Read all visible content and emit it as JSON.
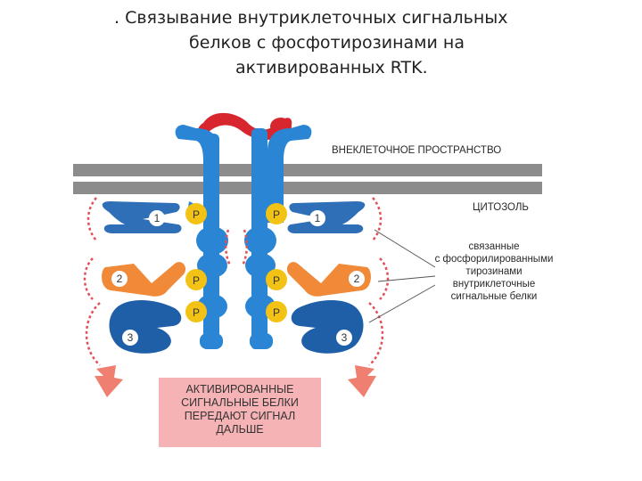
{
  "title": {
    "line1": ". Связывание внутриклеточных сигнальных",
    "line2": "белков  с фосфотирозинами на",
    "line3": "активированных RTK."
  },
  "labels": {
    "extracellular": "ВНЕКЛЕТОЧНОЕ ПРОСТРАНСТВО",
    "cytosol": "ЦИТОЗОЛЬ",
    "bound_line1": "связанные",
    "bound_line2": "с фосфорилированными",
    "bound_line3": "тирозинами",
    "bound_line4": "внутриклеточные",
    "bound_line5": "сигнальные белки"
  },
  "phospho": "P",
  "proteins": {
    "n1": "1",
    "n2": "2",
    "n3": "3"
  },
  "result_box": {
    "line1": "АКТИВИРОВАННЫЕ",
    "line2": "СИГНАЛЬНЫЕ БЕЛКИ",
    "line3": "ПЕРЕДАЮТ СИГНАЛ",
    "line4": "ДАЛЬШЕ"
  },
  "colors": {
    "receptor": "#2a86d4",
    "ligand": "#d8262e",
    "membrane": "#8c8c8c",
    "phospho": "#f2c314",
    "protein1": "#2f6fb8",
    "protein2": "#f08a38",
    "protein3": "#1f5fa8",
    "arrow": "#ef7f70",
    "box": "#f6b3b6"
  }
}
